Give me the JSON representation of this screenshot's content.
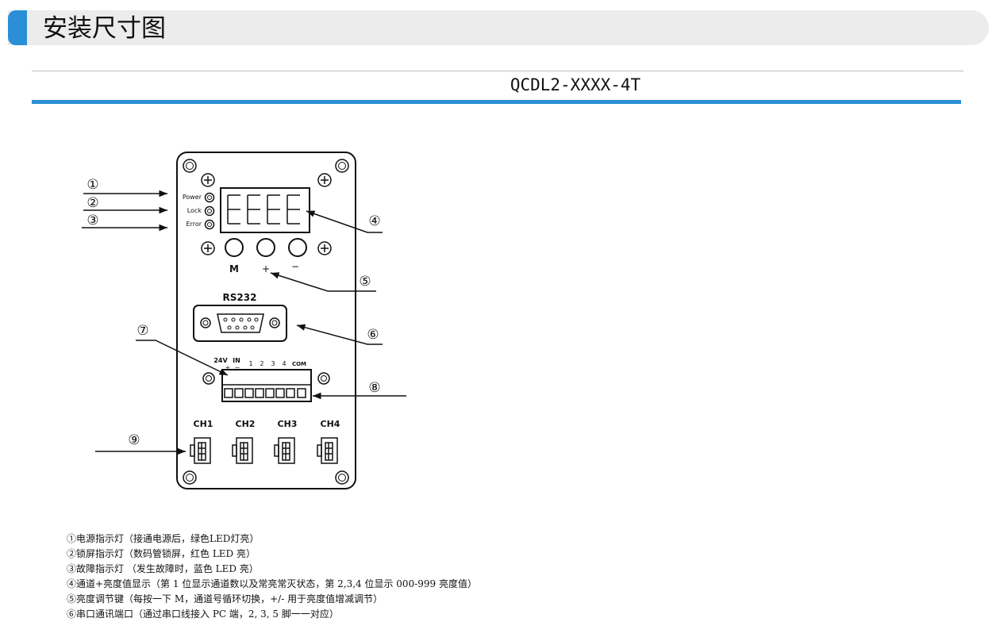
{
  "header": {
    "title": "安装尺寸图"
  },
  "model": "QCDL2-XXXX-4T",
  "panel": {
    "indicators": [
      "Power",
      "Lock",
      "Error"
    ],
    "buttons": [
      "M",
      "+",
      "−"
    ],
    "serial_port_label": "RS232",
    "terminal_labels": [
      "24V",
      "IN",
      "1",
      "2",
      "3",
      "4",
      "COM"
    ],
    "terminal_polarity": [
      "+",
      "−"
    ],
    "channels": [
      "CH1",
      "CH2",
      "CH3",
      "CH4"
    ]
  },
  "callouts": [
    "①",
    "②",
    "③",
    "④",
    "⑤",
    "⑥",
    "⑦",
    "⑧",
    "⑨"
  ],
  "notes": [
    "①电源指示灯（接通电源后，绿色LED灯亮）",
    "②锁屏指示灯（数码管锁屏，红色 LED 亮）",
    "③故障指示灯 （发生故障时，蓝色 LED 亮）",
    "④通道+亮度值显示（第 1 位显示通道数以及常亮常灭状态，第 2,3,4 位显示 000-999 亮度值）",
    "⑤亮度调节键（每按一下 M，通道号循环切换，+/- 用于亮度值增减调节）",
    "⑥串口通讯端口（通过串口线接入 PC 端，2, 3, 5 脚一一对应）"
  ],
  "colors": {
    "accent": "#2a8fd6",
    "header_band": "#ececec"
  }
}
